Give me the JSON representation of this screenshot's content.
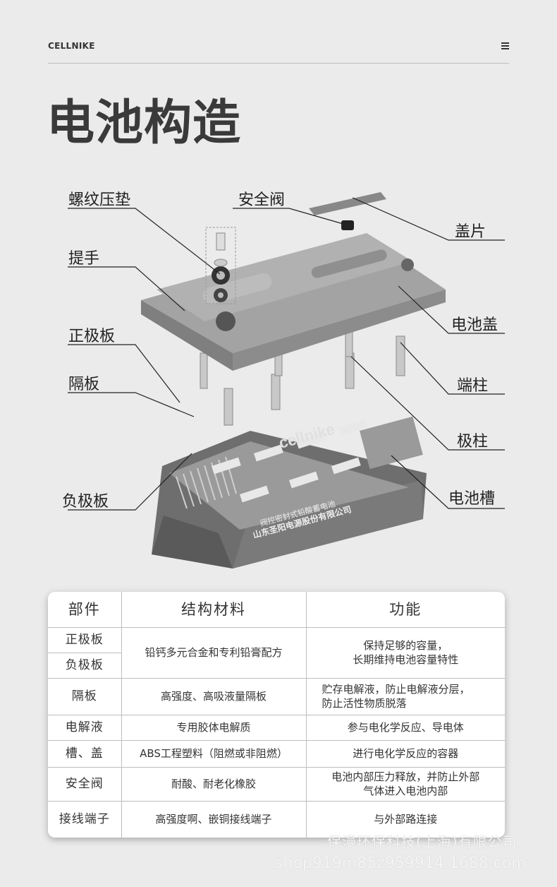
{
  "header": {
    "brand": "CELLNIKE",
    "menu_icon": "hamburger-menu-icon"
  },
  "page_title": "电池构造",
  "diagram": {
    "labels": {
      "screw_washer": "螺纹压垫",
      "safety_valve": "安全阀",
      "cover_sheet": "盖片",
      "handle": "提手",
      "battery_cover": "电池盖",
      "positive_plate": "正极板",
      "terminal": "端柱",
      "separator": "隔板",
      "pole": "极柱",
      "negative_plate": "负极板",
      "battery_case": "电池槽"
    },
    "case_logo": "cellnike",
    "case_text_1": "阀控密封式铅酸蓄电池",
    "case_text_2": "山东圣阳电源股份有限公司"
  },
  "table": {
    "headers": [
      "部件",
      "结构材料",
      "功能"
    ],
    "rows": [
      {
        "parts": [
          "正极板",
          "负极板"
        ],
        "material": "铅钙多元合金和专利铅膏配方",
        "function": [
          "保持足够的容量，",
          "长期维持电池容量特性"
        ]
      },
      {
        "parts": [
          "隔板"
        ],
        "material": "高强度、高吸液量隔板",
        "function": [
          "贮存电解液，防止电解液分层，",
          "防止活性物质脱落"
        ]
      },
      {
        "parts": [
          "电解液"
        ],
        "material": "专用胶体电解质",
        "function": [
          "参与电化学反应、导电体"
        ]
      },
      {
        "parts": [
          "槽、盖"
        ],
        "material": "ABS工程塑料（阻燃或非阻燃）",
        "function": [
          "进行电化学反应的容器"
        ]
      },
      {
        "parts": [
          "安全阀"
        ],
        "material": "耐酸、耐老化橡胶",
        "function": [
          "电池内部压力释放，并防止外部",
          "气体进入电池内部"
        ]
      },
      {
        "parts": [
          "接线端子"
        ],
        "material": "高强度啊、嵌铜接线端子",
        "function": [
          "与外部路连接"
        ]
      }
    ]
  },
  "watermark": {
    "company": "保漫环保科技(上海)有限公司",
    "shop": "shop919m85z959914.1688.com"
  }
}
